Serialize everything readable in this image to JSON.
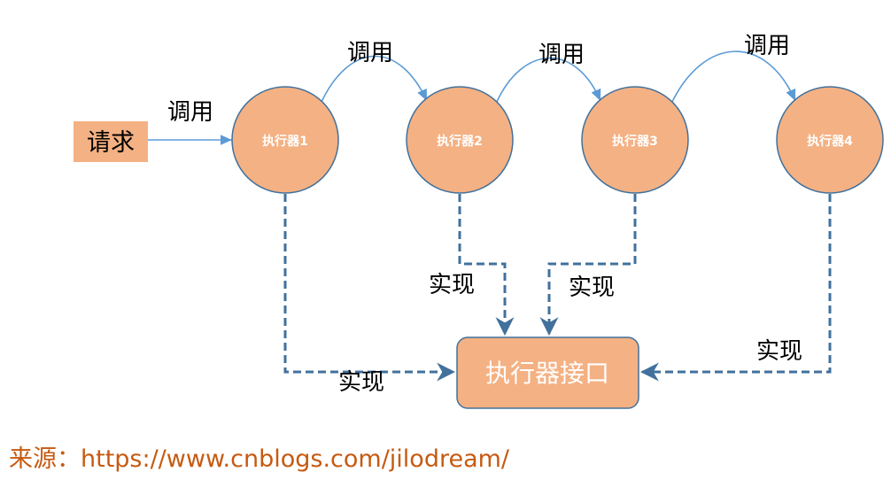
{
  "colors": {
    "node_fill": "#f4b183",
    "node_stroke": "#41719c",
    "solid_arrow": "#5b9bd5",
    "dashed_arrow": "#41719c",
    "source_text": "#c65a11"
  },
  "request": {
    "label": "请求"
  },
  "executors": [
    {
      "label": "执行器1"
    },
    {
      "label": "执行器2"
    },
    {
      "label": "执行器3"
    },
    {
      "label": "执行器4"
    }
  ],
  "interface": {
    "label": "执行器接口"
  },
  "edge_labels": {
    "call": [
      "调用",
      "调用",
      "调用",
      "调用"
    ],
    "implement": [
      "实现",
      "实现",
      "实现",
      "实现"
    ]
  },
  "source": {
    "prefix": "来源：",
    "url": "https://www.cnblogs.com/jilodream/"
  }
}
